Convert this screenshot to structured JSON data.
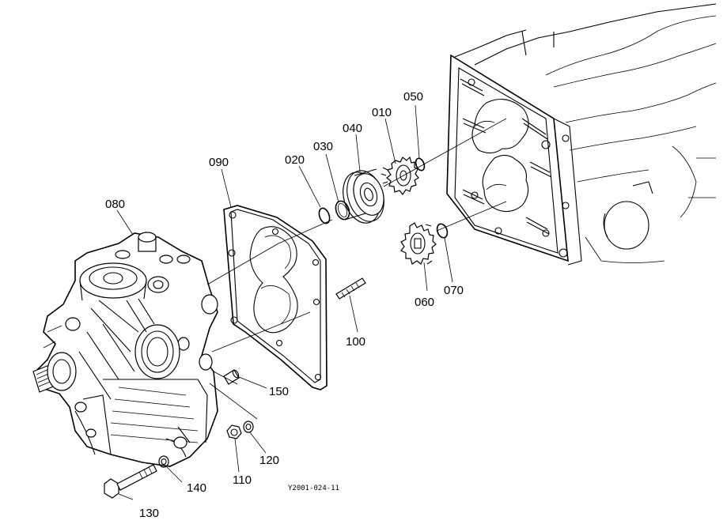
{
  "diagram": {
    "reference_code": "Y2001-024-11",
    "callouts": {
      "c010": "010",
      "c020": "020",
      "c030": "030",
      "c040": "040",
      "c050": "050",
      "c060": "060",
      "c070": "070",
      "c080": "080",
      "c090": "090",
      "c100": "100",
      "c110": "110",
      "c120": "120",
      "c130": "130",
      "c140": "140",
      "c150": "150"
    }
  }
}
